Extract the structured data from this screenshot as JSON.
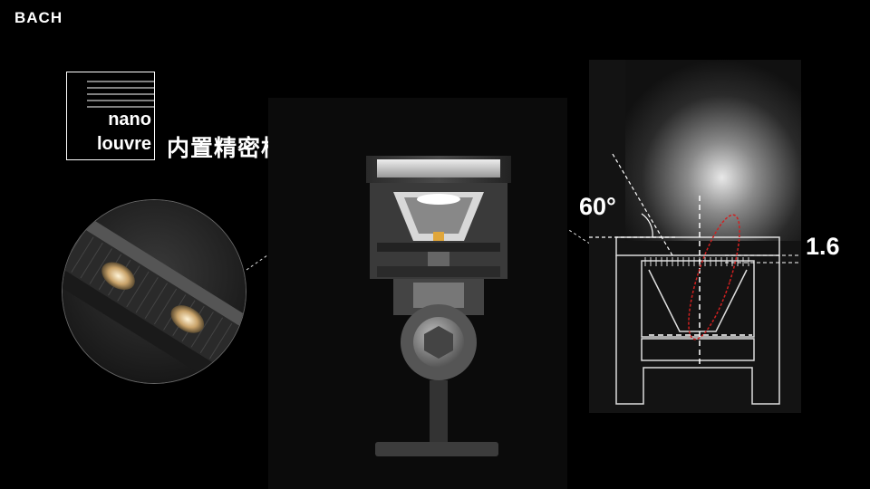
{
  "brand": {
    "logo_text": "BACH"
  },
  "feature": {
    "nano_line1": "nano",
    "nano_line2": "louvre",
    "title_cn": "内置精密格栅"
  },
  "diagram": {
    "angle_label": "60°",
    "gap_label": "1.6"
  }
}
